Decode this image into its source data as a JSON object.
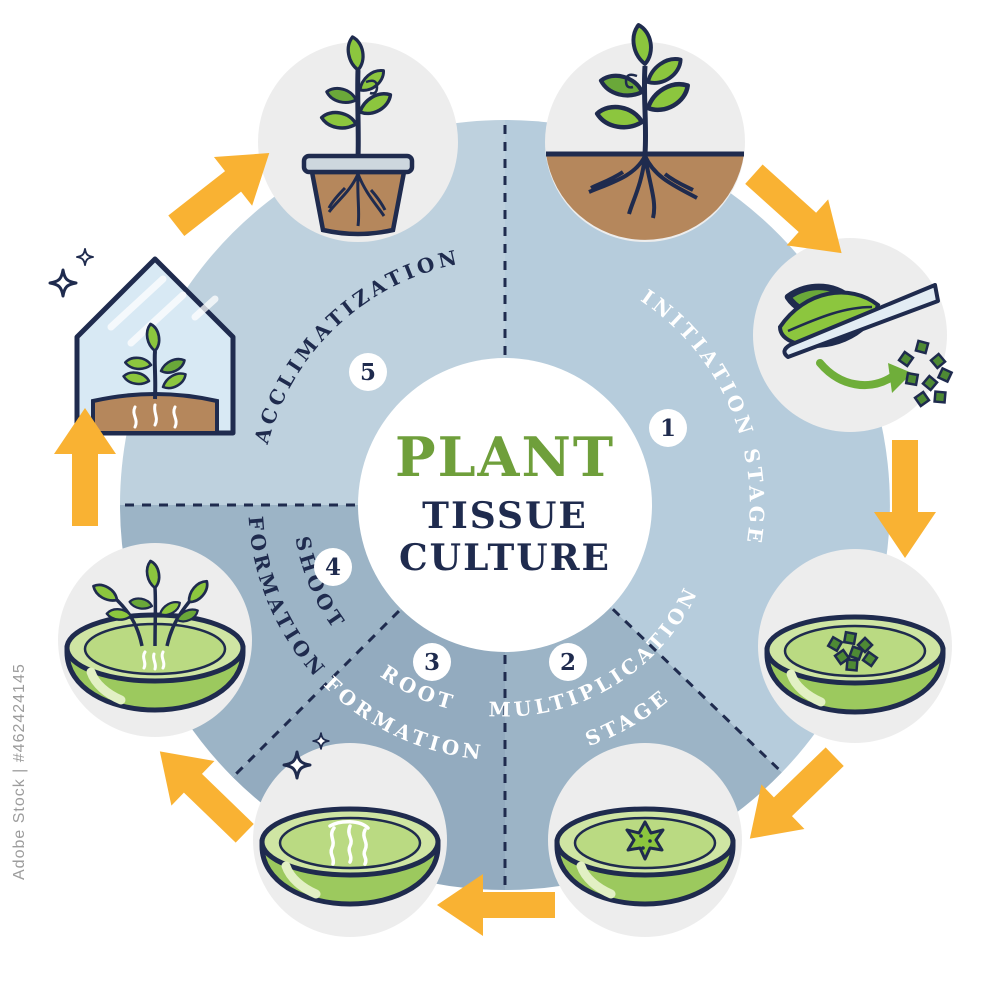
{
  "watermark": "Adobe Stock | #462424145",
  "center": {
    "title_top": "PLANT",
    "title_mid": "TISSUE",
    "title_bottom": "CULTURE"
  },
  "stages": [
    {
      "number": "1",
      "line1": "INITIATION STAGE"
    },
    {
      "number": "2",
      "line1": "MULTIPLICATION",
      "line2": "STAGE"
    },
    {
      "number": "3",
      "line1": "ROOT",
      "line2": "FORMATION"
    },
    {
      "number": "4",
      "line1": "SHOOT",
      "line2": "FORMATION"
    },
    {
      "number": "5",
      "line1": "ACCLIMATIZATION"
    }
  ],
  "icons": {
    "source_plant": "plant-with-roots-in-soil",
    "explant_cutting": "leaf-cut-with-scalpel-into-explants",
    "initiation_dish": "petri-dish-with-explant-pieces",
    "multiplication_dish": "petri-dish-with-callus",
    "rooting_dish": "petri-dish-with-roots",
    "shoot_dish": "petri-dish-with-shoots",
    "greenhouse": "greenhouse-with-young-plant",
    "acclimatized_plant": "potted-plant-with-roots"
  },
  "colors": {
    "sector_light_right": "#b6ccdc",
    "sector_light_left": "#bed1de",
    "sector_dark": "#9cb4c6",
    "sector_darker": "#93abbf",
    "navy_outline": "#1f2b4e",
    "title_green": "#6f9f3b",
    "leaf_green": "#8cc63e",
    "arrow_orange": "#f9b233",
    "soil_brown": "#b5875c",
    "petri_top": "#cfe5a3",
    "petri_body": "#9cc95e",
    "icon_circle": "#ededed"
  }
}
